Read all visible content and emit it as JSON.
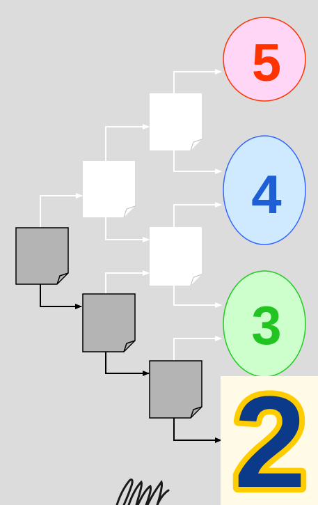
{
  "diagram": {
    "background": "#dcdcdc",
    "colors": {
      "gray_doc": "#b4b4b4",
      "white_doc": "#ffffff",
      "black_arrow": "#000000",
      "white_arrow": "#ffffff"
    },
    "nodes": {
      "circle_5": {
        "label": "5",
        "text_color": "#ff3300",
        "fill": "#ffd6f5",
        "stroke": "#ff3300"
      },
      "circle_4": {
        "label": "4",
        "text_color": "#1f5fd6",
        "fill": "#cfe9ff",
        "stroke": "#3366ff"
      },
      "circle_3": {
        "label": "3",
        "text_color": "#22c422",
        "fill": "#ccffcc",
        "stroke": "#22cc22"
      },
      "badge_2": {
        "label": "2",
        "text_color": "#0b3a8a",
        "outline": "#ffcc00",
        "fill": "#fffbe6"
      }
    },
    "decor": {
      "name": "hand-drawn-scribble"
    }
  }
}
